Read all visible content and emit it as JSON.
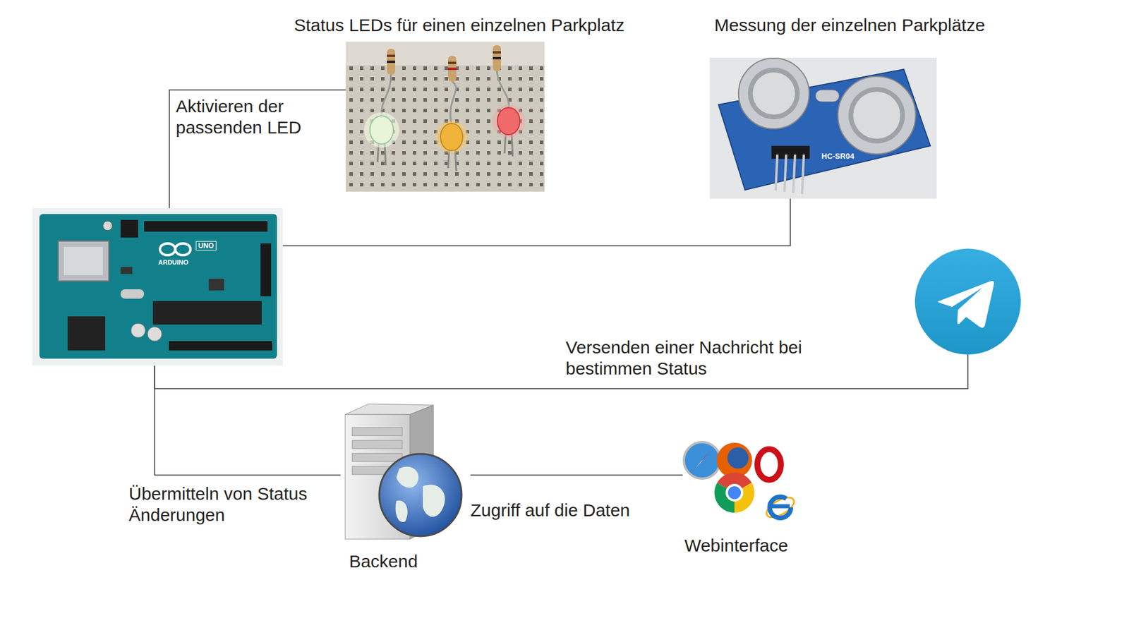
{
  "diagram": {
    "nodes": [
      {
        "text": [
          "Status LEDs für einen einzelnen Parkplatz"
        ]
      },
      {
        "text": [
          "Messung der einzelnen Parkplätze",
          "HC-SR04"
        ]
      },
      {
        "text": [
          "UNO",
          "ARDUINO"
        ]
      },
      {
        "text": []
      },
      {
        "text": [
          "Backend"
        ]
      },
      {
        "text": [
          "Webinterface"
        ]
      }
    ],
    "edges": [
      {
        "from": 2,
        "to": 0,
        "arrow": "none",
        "label": "Aktivieren der passenden LED"
      },
      {
        "from": 2,
        "to": 1,
        "arrow": "none"
      },
      {
        "from": 2,
        "to": 3,
        "arrow": "none",
        "label": "Versenden einer Nachricht bei bestimmen Status"
      },
      {
        "from": 2,
        "to": 4,
        "arrow": "none",
        "label": "Übermitteln von Status Änderungen"
      },
      {
        "from": 4,
        "to": 5,
        "arrow": "none",
        "label": "Zugriff auf die Daten"
      }
    ]
  }
}
